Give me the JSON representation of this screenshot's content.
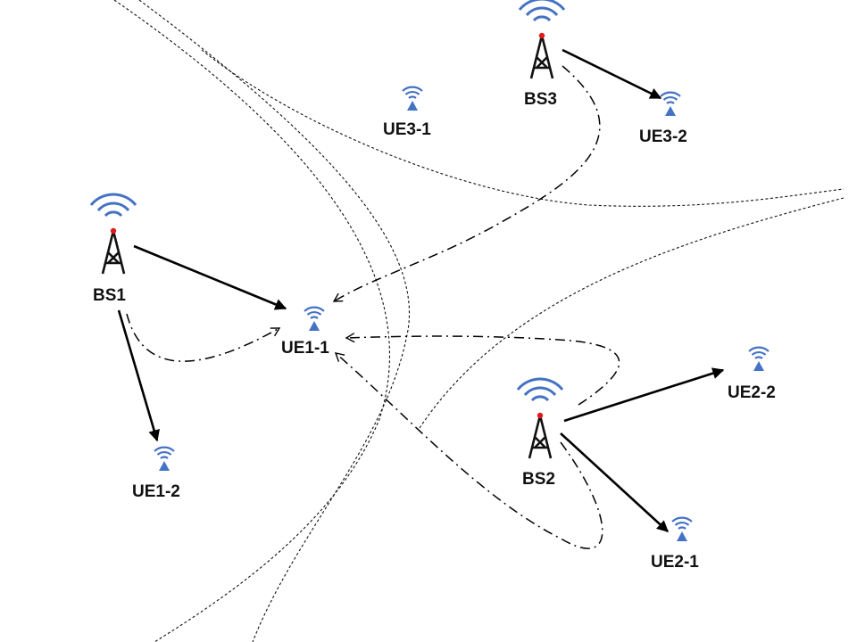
{
  "colors": {
    "antenna_wave": "#4472C4",
    "ue_body": "#4472C4",
    "tower_tip": "#E01A1A",
    "line": "#000000"
  },
  "base_stations": [
    {
      "id": "bs1",
      "label": "BS1"
    },
    {
      "id": "bs2",
      "label": "BS2"
    },
    {
      "id": "bs3",
      "label": "BS3"
    }
  ],
  "user_equipment": [
    {
      "id": "ue1-1",
      "label": "UE1-1"
    },
    {
      "id": "ue1-2",
      "label": "UE1-2"
    },
    {
      "id": "ue2-1",
      "label": "UE2-1"
    },
    {
      "id": "ue2-2",
      "label": "UE2-2"
    },
    {
      "id": "ue3-1",
      "label": "UE3-1"
    },
    {
      "id": "ue3-2",
      "label": "UE3-2"
    }
  ],
  "links": {
    "signal": [
      {
        "from": "BS1",
        "to": "UE1-1"
      },
      {
        "from": "BS1",
        "to": "UE1-2"
      },
      {
        "from": "BS2",
        "to": "UE2-1"
      },
      {
        "from": "BS2",
        "to": "UE2-2"
      },
      {
        "from": "BS3",
        "to": "UE3-2"
      }
    ],
    "interference": [
      {
        "from": "BS1",
        "to": "UE1-1"
      },
      {
        "from": "BS2",
        "to": "UE1-1"
      },
      {
        "from": "BS2",
        "to": "UE1-1"
      },
      {
        "from": "BS3",
        "to": "UE1-1"
      }
    ]
  },
  "cell_boundaries": 4
}
